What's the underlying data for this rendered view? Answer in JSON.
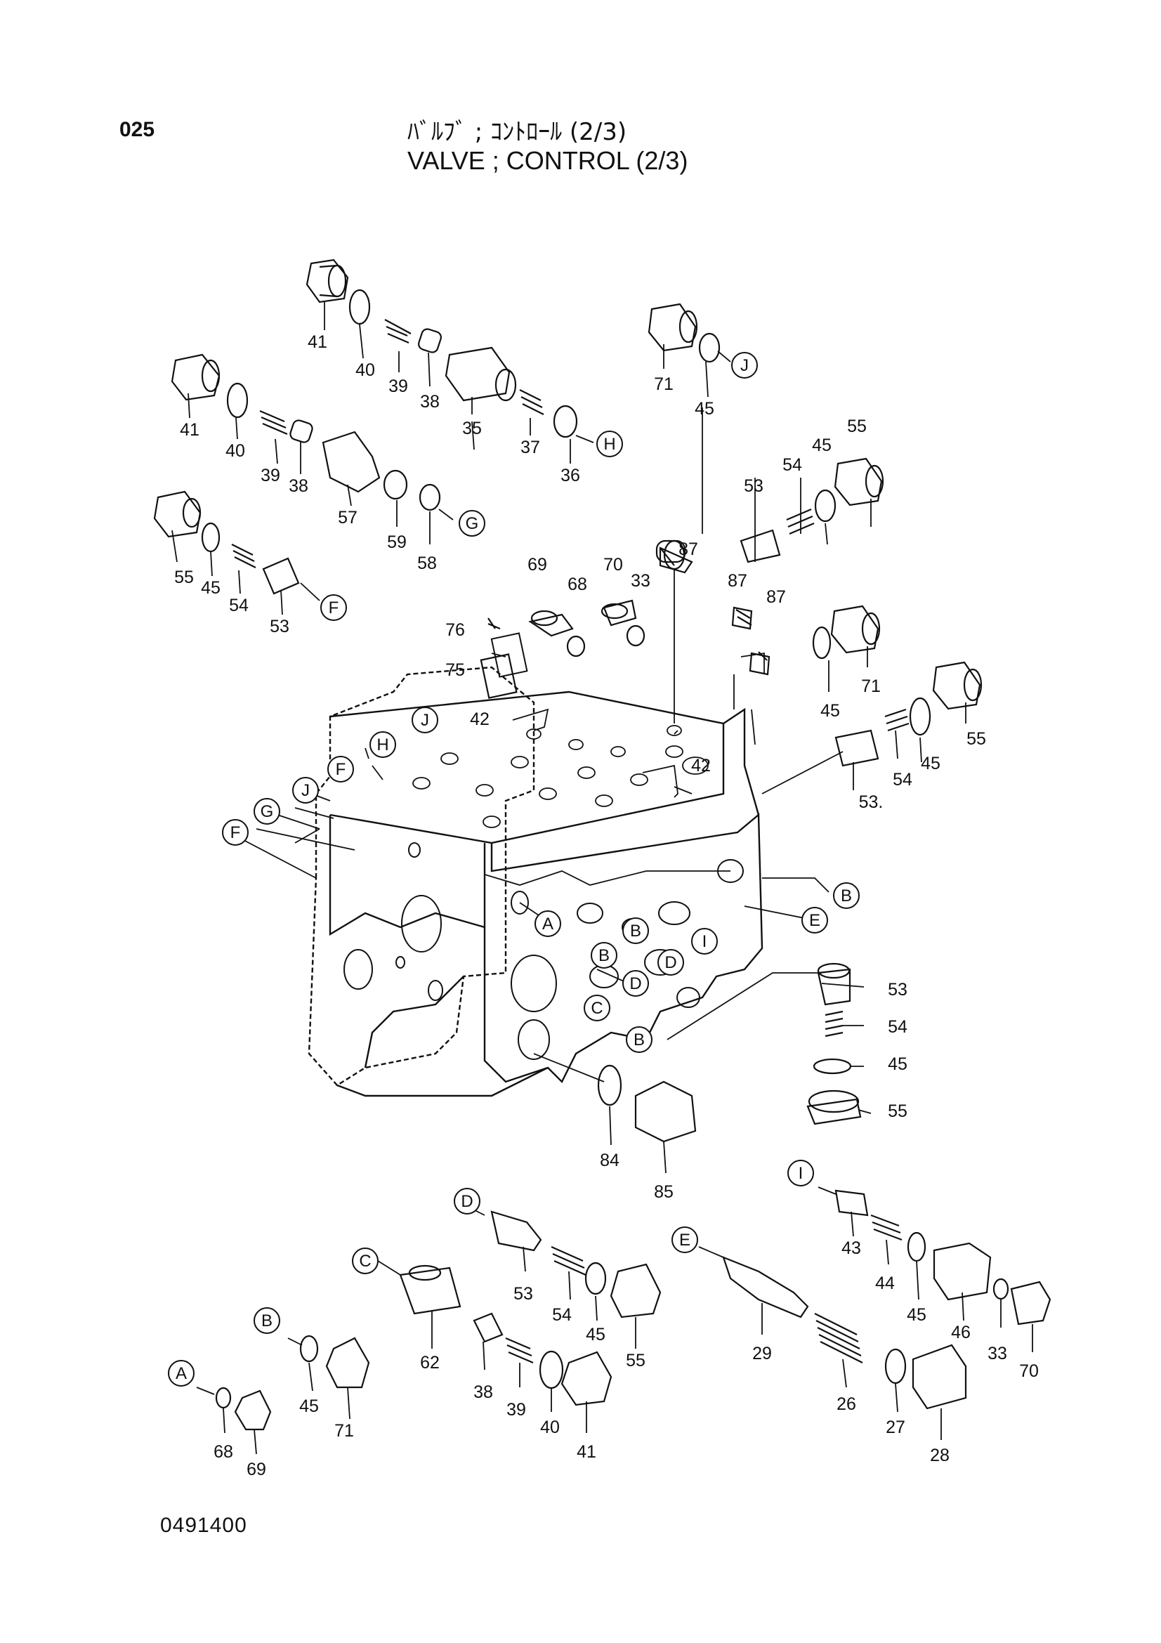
{
  "header": {
    "page_number": "025",
    "title_jp": "ﾊﾞﾙﾌﾞ ; ｺﾝﾄﾛｰﾙ (2/3)",
    "title_en": "VALVE ; CONTROL (2/3)"
  },
  "footer": {
    "drawing_number": "0491400"
  },
  "diagram": {
    "callouts": [
      "A",
      "B",
      "C",
      "D",
      "E",
      "F",
      "G",
      "H",
      "I",
      "J"
    ],
    "part_numbers": [
      "26",
      "27",
      "28",
      "29",
      "33",
      "35",
      "36",
      "37",
      "38",
      "39",
      "40",
      "41",
      "42",
      "43",
      "44",
      "45",
      "46",
      "53",
      "53.",
      "54",
      "55",
      "57",
      "58",
      "59",
      "62",
      "68",
      "69",
      "70",
      "71",
      "75",
      "76",
      "84",
      "85",
      "87"
    ]
  }
}
